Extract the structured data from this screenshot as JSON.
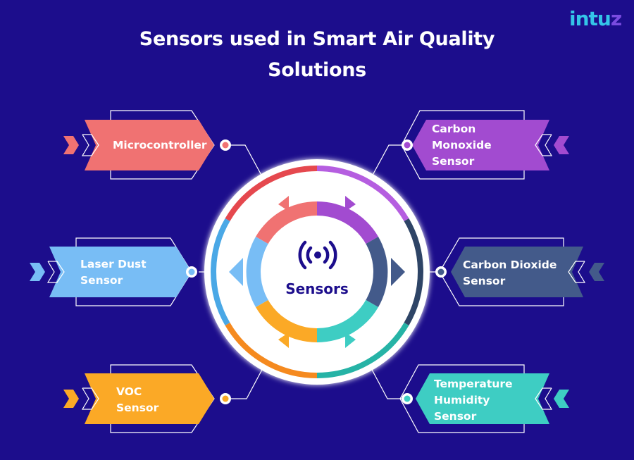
{
  "header": {
    "title_line1": "Sensors used in Smart Air Quality",
    "title_line2": "Solutions",
    "logo": {
      "main": "intu",
      "accent": "z"
    }
  },
  "hub": {
    "label": "Sensors",
    "icon": "broadcast-signal-icon"
  },
  "colors": {
    "background": "#1c0d8c",
    "microcontroller": "#f07272",
    "carbon_monoxide": "#a24bd0",
    "laser_dust": "#78bdf5",
    "carbon_dioxide": "#435a8a",
    "voc": "#fba926",
    "temperature_humidity": "#3ecdc3"
  },
  "nodes": [
    {
      "id": "microcontroller",
      "side": "left",
      "lines": [
        "Microcontroller"
      ],
      "color": "#f07272"
    },
    {
      "id": "carbon-monoxide",
      "side": "right",
      "lines": [
        "Carbon",
        "Monoxide",
        "Sensor"
      ],
      "color": "#a24bd0"
    },
    {
      "id": "laser-dust",
      "side": "left",
      "lines": [
        "Laser Dust",
        "Sensor"
      ],
      "color": "#78bdf5"
    },
    {
      "id": "carbon-dioxide",
      "side": "right",
      "lines": [
        "Carbon Dioxide",
        "Sensor"
      ],
      "color": "#435a8a"
    },
    {
      "id": "voc",
      "side": "left",
      "lines": [
        "VOC",
        "Sensor"
      ],
      "color": "#fba926"
    },
    {
      "id": "temperature-humidity",
      "side": "right",
      "lines": [
        "Temperature",
        "Humidity",
        "Sensor"
      ],
      "color": "#3ecdc3"
    }
  ]
}
